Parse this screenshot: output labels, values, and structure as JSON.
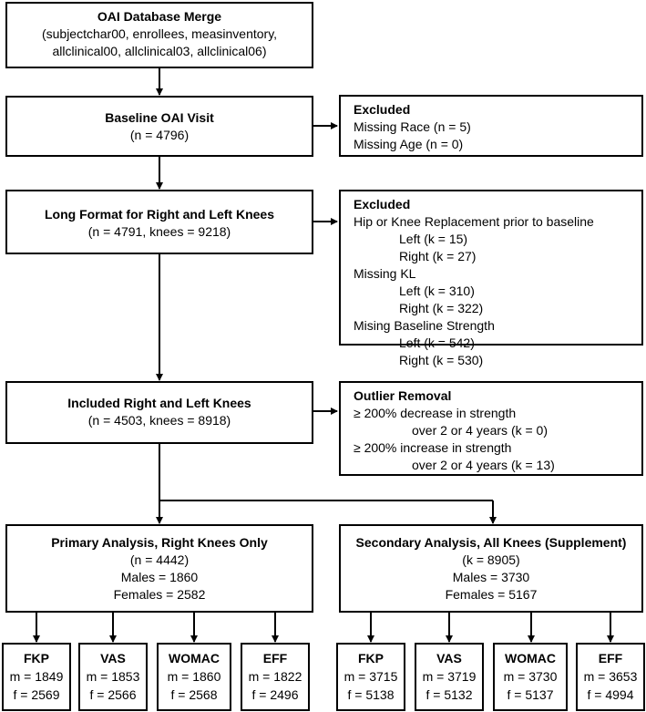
{
  "merge": {
    "title": "OAI Database Merge",
    "line1": "(subjectchar00, enrollees, measinventory,",
    "line2": "allclinical00, allclinical03, allclinical06)"
  },
  "baseline": {
    "title": "Baseline OAI Visit",
    "n": "(n = 4796)"
  },
  "excluded1": {
    "title": "Excluded",
    "items": [
      "Missing Race (n = 5)",
      "Missing Age (n = 0)"
    ]
  },
  "long": {
    "title": "Long Format for Right and Left Knees",
    "n": "(n = 4791, knees = 9218)"
  },
  "excluded2": {
    "title": "Excluded",
    "hip": "Hip or Knee Replacement prior to baseline",
    "hip_left": "Left (k = 15)",
    "hip_right": "Right (k = 27)",
    "kl": "Missing KL",
    "kl_left": "Left (k = 310)",
    "kl_right": "Right (k = 322)",
    "strength": "Mising Baseline Strength",
    "strength_left": "Left (k = 542)",
    "strength_right": "Right (k = 530)"
  },
  "included": {
    "title": "Included Right and Left Knees",
    "n": "(n = 4503, knees = 8918)"
  },
  "outlier": {
    "title": "Outlier Removal",
    "dec": "≥ 200% decrease in strength",
    "dec_sub": "over 2 or 4 years (k = 0)",
    "inc": "≥ 200% increase in strength",
    "inc_sub": "over 2 or 4 years (k = 13)"
  },
  "primary": {
    "title": "Primary Analysis, Right Knees Only",
    "n": "(n = 4442)",
    "males": "Males = 1860",
    "females": "Females = 2582"
  },
  "secondary": {
    "title": "Secondary Analysis, All Knees (Supplement)",
    "k": "(k = 8905)",
    "males": "Males = 3730",
    "females": "Females = 5167"
  },
  "outcomes_primary": [
    {
      "name": "FKP",
      "m": "m = 1849",
      "f": "f = 2569"
    },
    {
      "name": "VAS",
      "m": "m = 1853",
      "f": "f = 2566"
    },
    {
      "name": "WOMAC",
      "m": "m = 1860",
      "f": "f = 2568"
    },
    {
      "name": "EFF",
      "m": "m = 1822",
      "f": "f = 2496"
    }
  ],
  "outcomes_secondary": [
    {
      "name": "FKP",
      "m": "m = 3715",
      "f": "f = 5138"
    },
    {
      "name": "VAS",
      "m": "m = 3719",
      "f": "f = 5132"
    },
    {
      "name": "WOMAC",
      "m": "m = 3730",
      "f": "f = 5137"
    },
    {
      "name": "EFF",
      "m": "m = 3653",
      "f": "f = 4994"
    }
  ]
}
